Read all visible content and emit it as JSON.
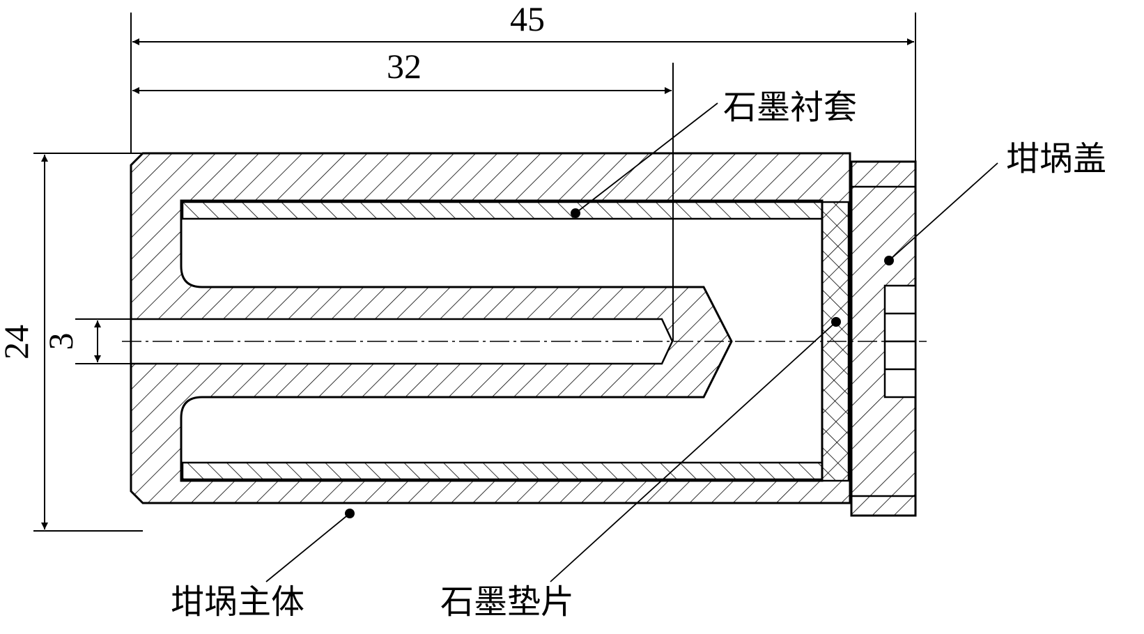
{
  "dimensions": {
    "total_length": "45",
    "inner_length": "32",
    "outer_diameter": "24",
    "hole_diameter": "3"
  },
  "labels": {
    "graphite_liner": "石墨衬套",
    "crucible_lid": "坩埚盖",
    "crucible_body": "坩埚主体",
    "graphite_gasket": "石墨垫片"
  }
}
